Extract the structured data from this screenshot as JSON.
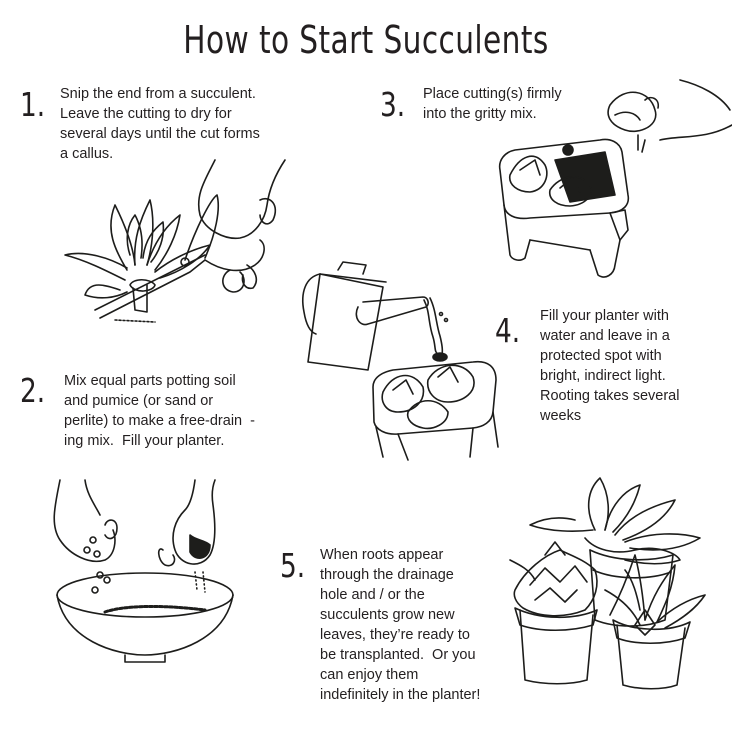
{
  "page": {
    "title": "How to Start Succulents"
  },
  "steps": [
    {
      "number": "1.",
      "lines": [
        "Snip the end from a succulent.",
        "Leave the cutting to dry for",
        "several days until the cut forms",
        "a callus."
      ],
      "illustration": "hand-snipping-succulent-with-scissors"
    },
    {
      "number": "2.",
      "lines": [
        "Mix equal parts potting soil",
        "and pumice (or sand or",
        "perlite) to make a free-drain  -",
        "ing mix.  Fill your planter."
      ],
      "illustration": "hands-mixing-soil-in-bowl"
    },
    {
      "number": "3.",
      "lines": [
        "Place cutting(s) firmly",
        "into the gritty mix."
      ],
      "illustration": "hand-placing-cutting-in-planter"
    },
    {
      "number": "4.",
      "lines": [
        "Fill your planter with",
        "water and leave in a",
        "protected spot with",
        "bright, indirect light.",
        "Rooting takes several",
        "weeks"
      ],
      "illustration": "watering-can-pouring-into-planter"
    },
    {
      "number": "5.",
      "lines": [
        "When roots appear",
        "through the drainage",
        "hole and / or the",
        "succulents grow new",
        "leaves, they’re ready to",
        "be transplanted.  Or you",
        "can enjoy them",
        "indefinitely in the planter!"
      ],
      "illustration": "three-potted-succulents"
    }
  ]
}
